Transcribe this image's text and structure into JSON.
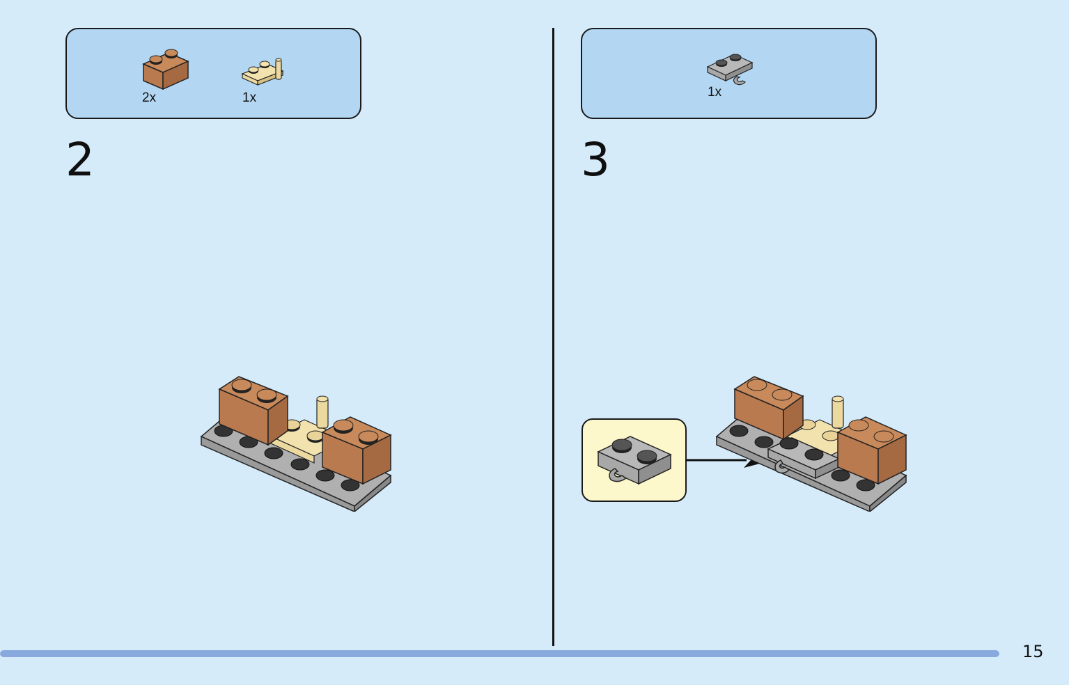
{
  "steps": [
    {
      "number": "2",
      "parts": [
        {
          "icon": "brown-brick-1x2-icon",
          "quantity": "2x",
          "color": "#b97a4f"
        },
        {
          "icon": "tan-plate-1x2-with-bar-icon",
          "quantity": "1x",
          "color": "#ecd9a0"
        }
      ]
    },
    {
      "number": "3",
      "parts": [
        {
          "icon": "gray-plate-1x2-with-clip-icon",
          "quantity": "1x",
          "color": "#a8a8a8"
        }
      ]
    }
  ],
  "page": {
    "number": "15",
    "progress": 0.935
  },
  "colors": {
    "background": "#d5ebfa",
    "parts_box": "#b3d7f3",
    "callout": "#fdf7cc",
    "progress": "#88a9dd",
    "brown": "#b97a4f",
    "tan": "#ecd9a0",
    "gray": "#a8a8a8"
  }
}
